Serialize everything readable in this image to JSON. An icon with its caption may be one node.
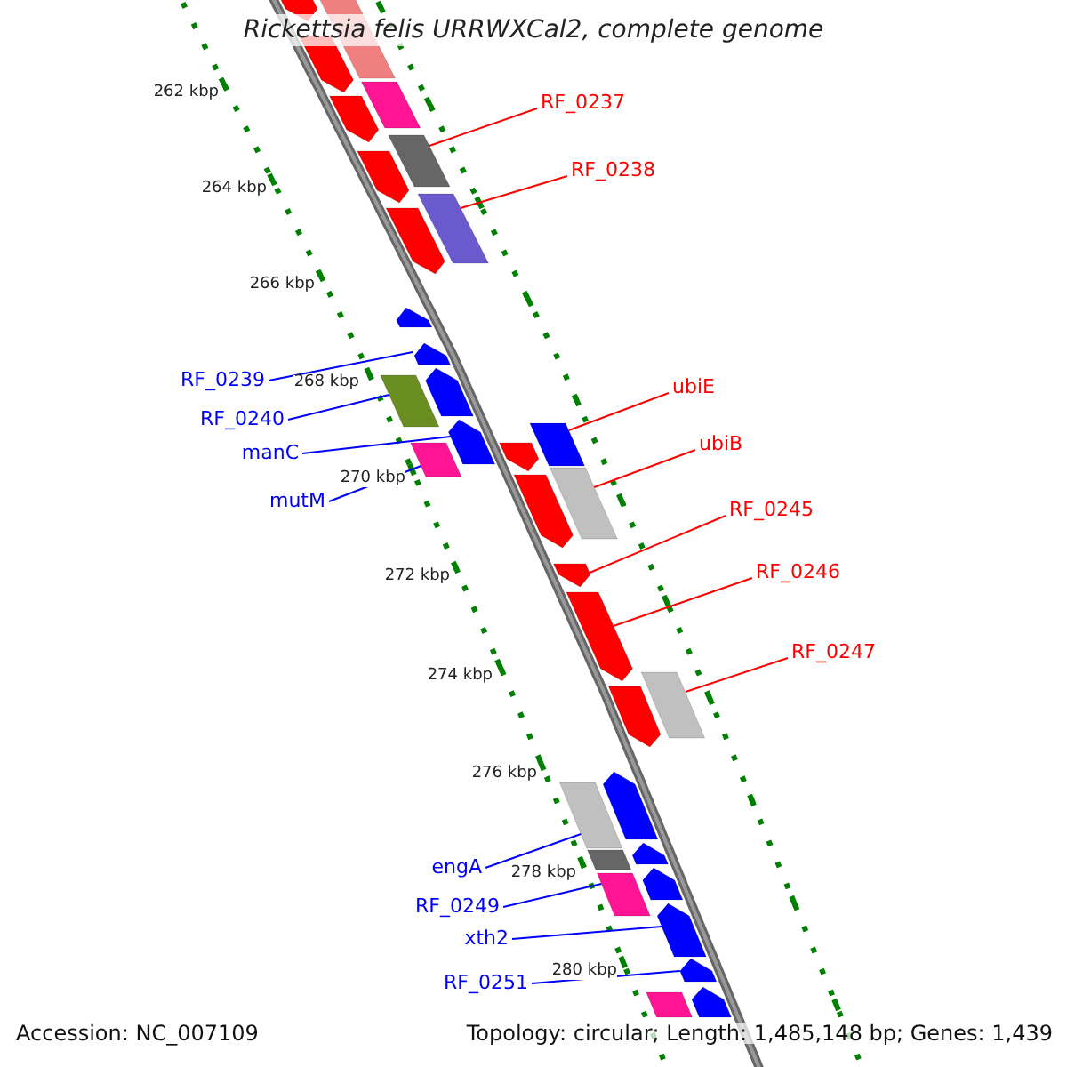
{
  "diagram": {
    "title": "Rickettsia felis URRWXCal2, complete genome",
    "nodes": [
      {
        "text": [
          "RF_0237"
        ]
      },
      {
        "text": [],
        "shape": "bar"
      },
      {
        "text": [
          "RF_0238"
        ]
      },
      {
        "text": [],
        "shape": "bar"
      },
      {
        "text": [
          "RF_0239"
        ]
      },
      {
        "text": [],
        "shape": "arrow"
      },
      {
        "text": [
          "ubiE"
        ]
      },
      {
        "text": [],
        "shape": "bar"
      },
      {
        "text": [
          "RF_0240"
        ]
      },
      {
        "text": [],
        "shape": "bar"
      },
      {
        "text": [
          "ubiB"
        ]
      },
      {
        "text": [],
        "shape": "bar"
      },
      {
        "text": [
          "manC"
        ]
      },
      {
        "text": [],
        "shape": "arrow"
      },
      {
        "text": [
          "mutM"
        ]
      },
      {
        "text": [],
        "shape": "bar"
      },
      {
        "text": [
          "RF_0245"
        ]
      },
      {
        "text": [],
        "shape": "arrow"
      },
      {
        "text": [
          "RF_0246"
        ]
      },
      {
        "text": [],
        "shape": "arrow"
      },
      {
        "text": [
          "RF_0247"
        ]
      },
      {
        "text": [],
        "shape": "bar"
      },
      {
        "text": [
          "engA"
        ]
      },
      {
        "text": [],
        "shape": "bar"
      },
      {
        "text": [
          "RF_0249"
        ]
      },
      {
        "text": [],
        "shape": "bar"
      },
      {
        "text": [
          "xth2"
        ]
      },
      {
        "text": [],
        "shape": "arrow"
      },
      {
        "text": [
          "RF_0251"
        ]
      },
      {
        "text": [],
        "shape": "arrow"
      },
      {
        "text": [],
        "shape": "arrow"
      },
      {
        "text": [],
        "shape": "bar"
      },
      {
        "text": [],
        "shape": "arrow"
      },
      {
        "text": [],
        "shape": "bar"
      },
      {
        "text": [],
        "shape": "arrow"
      },
      {
        "text": [],
        "shape": "arrow"
      },
      {
        "text": [],
        "shape": "arrow"
      },
      {
        "text": [],
        "shape": "arrow"
      },
      {
        "text": [],
        "shape": "arrow"
      },
      {
        "text": [],
        "shape": "arrow"
      },
      {
        "text": [],
        "shape": "arrow"
      },
      {
        "text": [],
        "shape": "arrow"
      },
      {
        "text": [],
        "shape": "arrow"
      },
      {
        "text": [],
        "shape": "arrow"
      },
      {
        "text": [],
        "shape": "bar"
      },
      {
        "text": [],
        "shape": "arrow"
      },
      {
        "text": [],
        "shape": "arrow"
      },
      {
        "text": [],
        "shape": "bar"
      }
    ],
    "edges": [
      {
        "from": 0,
        "to": 1,
        "arrow": "none",
        "color": "#ff0000"
      },
      {
        "from": 2,
        "to": 3,
        "arrow": "none",
        "color": "#ff0000"
      },
      {
        "from": 4,
        "to": 5,
        "arrow": "none"
      },
      {
        "from": 6,
        "to": 7,
        "arrow": "none",
        "color": "#ff0000"
      },
      {
        "from": 8,
        "to": 9,
        "arrow": "none"
      },
      {
        "from": 10,
        "to": 11,
        "arrow": "none",
        "color": "#ff0000"
      },
      {
        "from": 12,
        "to": 13,
        "arrow": "none"
      },
      {
        "from": 14,
        "to": 15,
        "arrow": "none"
      },
      {
        "from": 16,
        "to": 17,
        "arrow": "none",
        "color": "#ff0000"
      },
      {
        "from": 18,
        "to": 19,
        "arrow": "none",
        "color": "#ff0000"
      },
      {
        "from": 20,
        "to": 21,
        "arrow": "none",
        "color": "#ff0000"
      },
      {
        "from": 22,
        "to": 23,
        "arrow": "none"
      },
      {
        "from": 24,
        "to": 25,
        "arrow": "none"
      },
      {
        "from": 26,
        "to": 27,
        "arrow": "none"
      },
      {
        "from": 28,
        "to": 29,
        "arrow": "none"
      }
    ],
    "labels": [
      "262 kbp",
      "264 kbp",
      "266 kbp",
      "268 kbp",
      "270 kbp",
      "272 kbp",
      "274 kbp",
      "276 kbp",
      "278 kbp",
      "280 kbp",
      "Accession: NC_007109",
      "Topology: circular; Length: 1,485,148 bp; Genes: 1,439"
    ]
  }
}
